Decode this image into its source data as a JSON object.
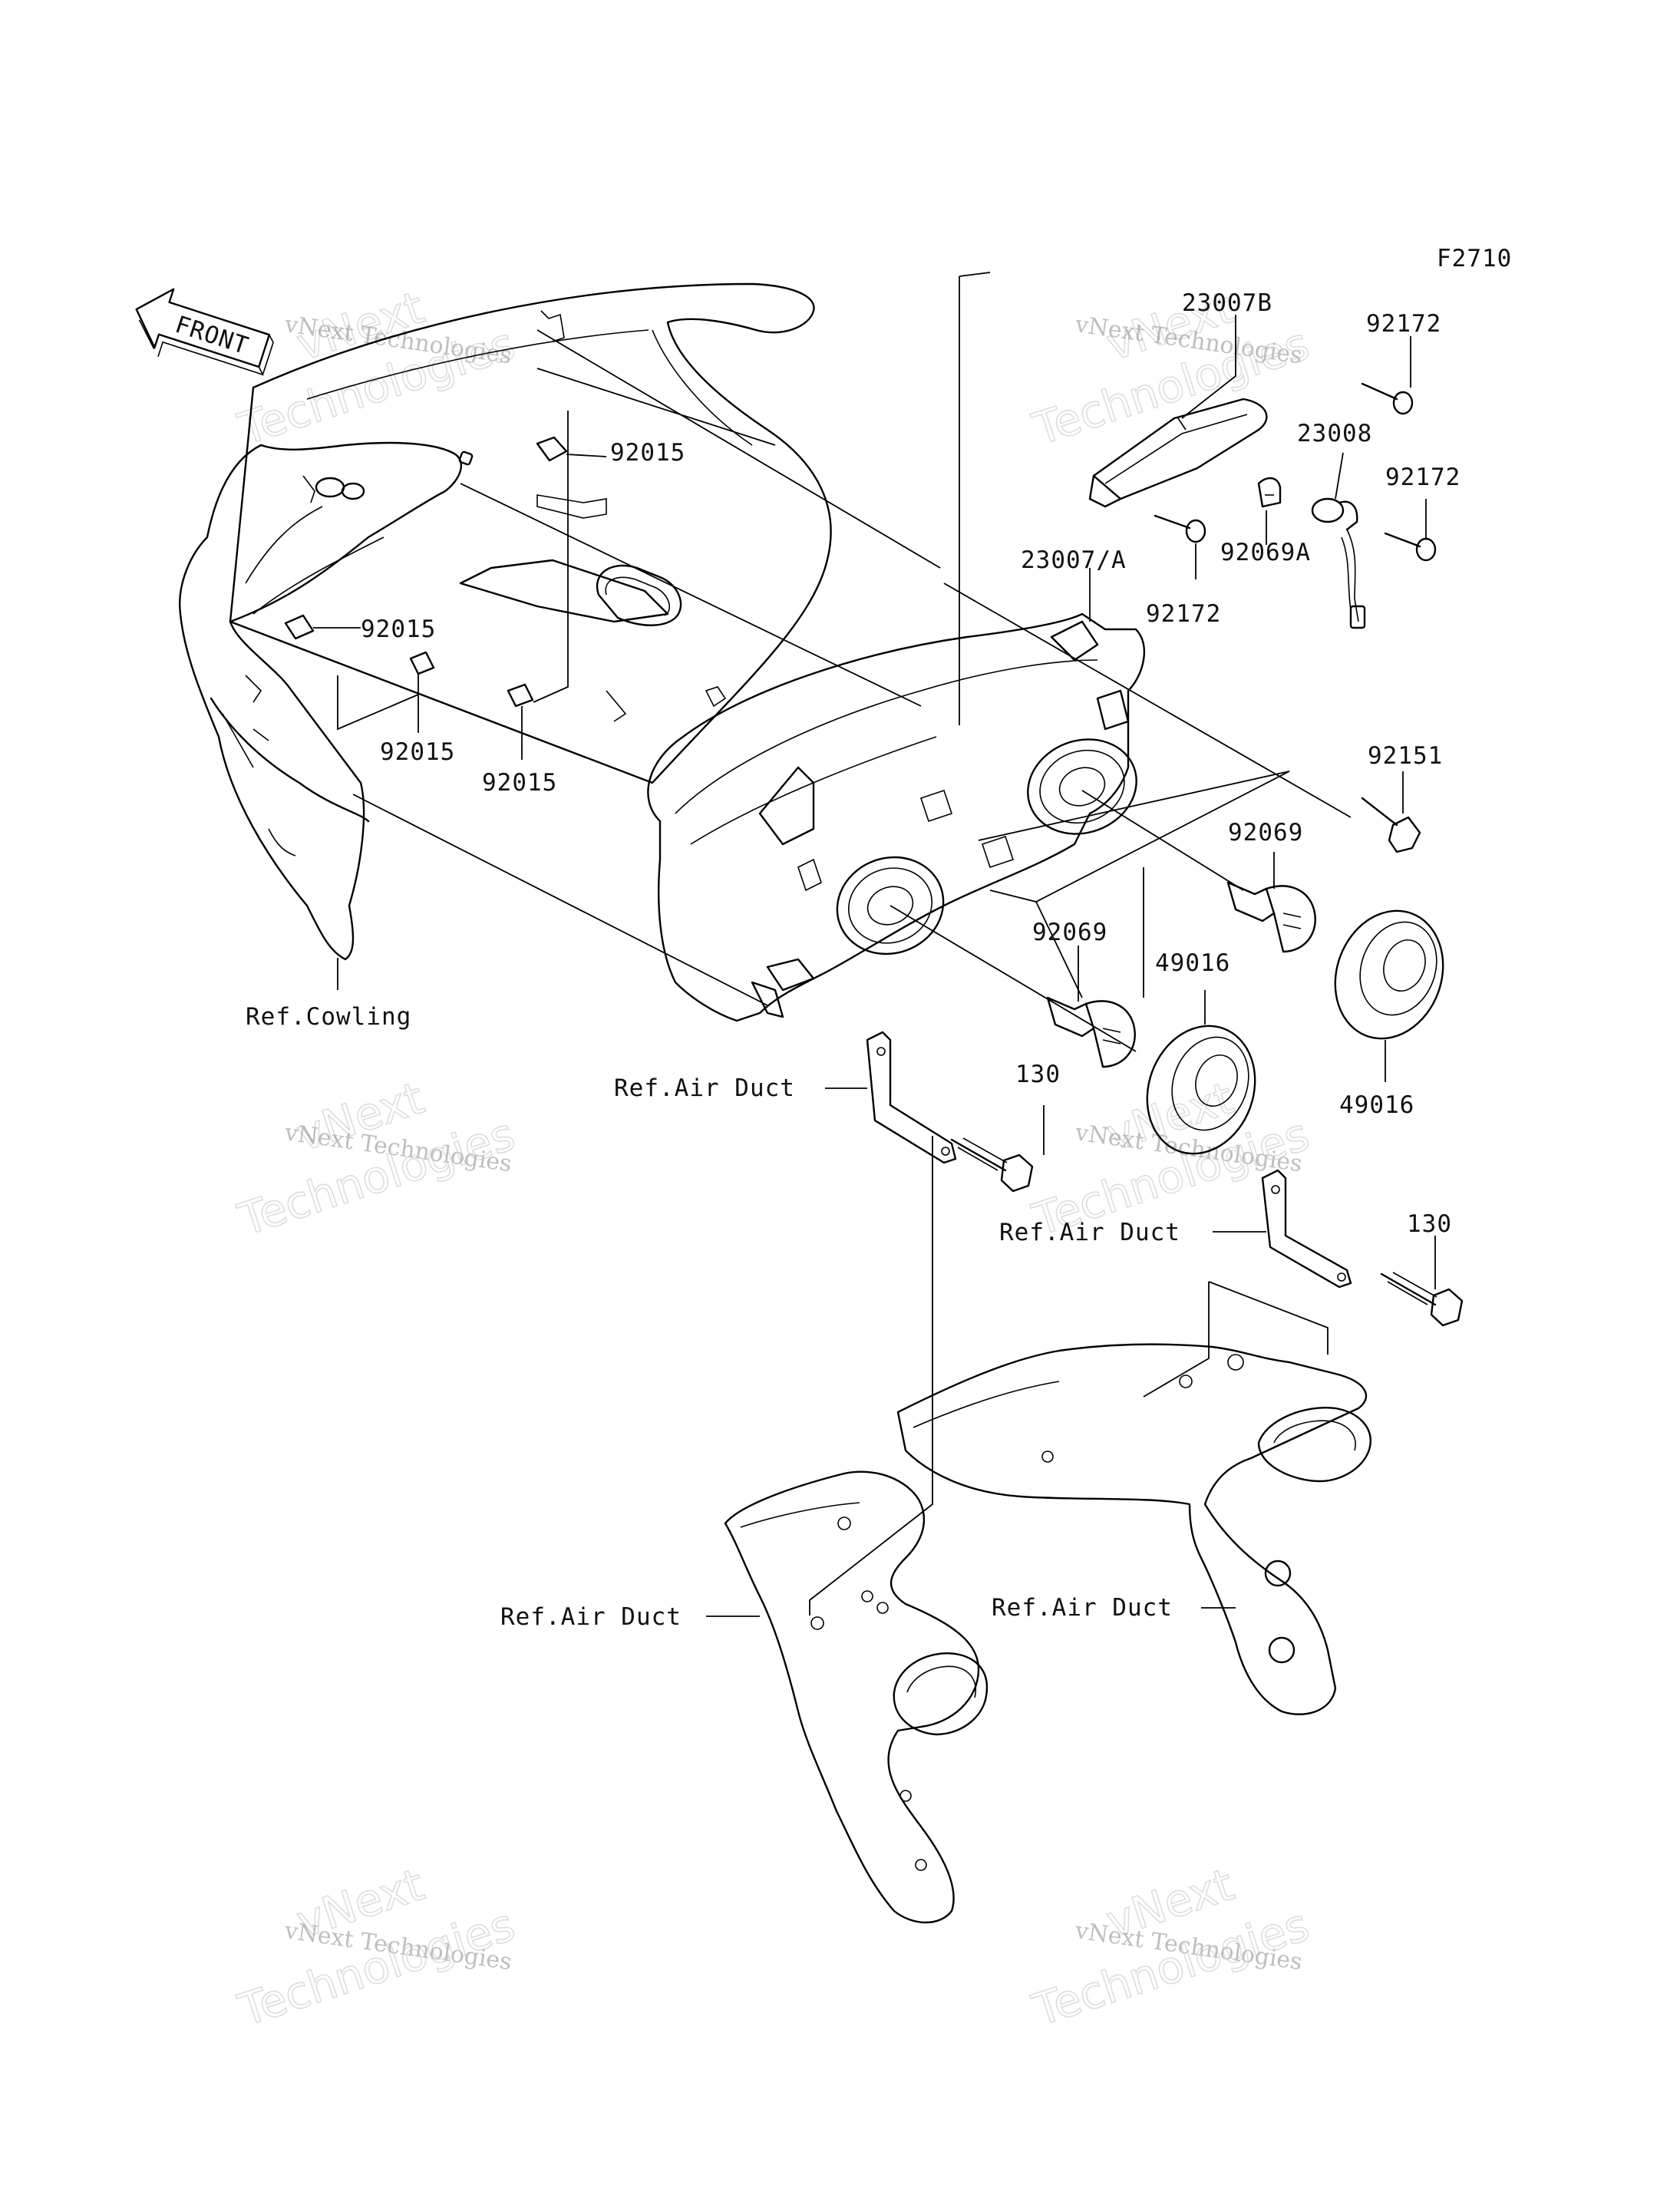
{
  "figure_code": "F2710",
  "front_arrow_label": "FRONT",
  "watermark": {
    "line1": "vNext Technologies",
    "line2": "vNext",
    "line3": "Technologies"
  },
  "callouts": {
    "p23007B": "23007B",
    "p92172_a": "92172",
    "p92015_a": "92015",
    "p23008": "23008",
    "p92172_b": "92172",
    "p92069A": "92069A",
    "p92172_c": "92172",
    "p23007A": "23007/A",
    "p92015_b": "92015",
    "p92015_c": "92015",
    "p92015_d": "92015",
    "p92151": "92151",
    "p92069_a": "92069",
    "p92069_b": "92069",
    "p49016_a": "49016",
    "p49016_b": "49016",
    "ref_cowling": "Ref.Cowling",
    "ref_air_duct_a": "Ref.Air Duct",
    "p130_a": "130",
    "ref_air_duct_b": "Ref.Air Duct",
    "p130_b": "130",
    "ref_air_duct_c": "Ref.Air Duct",
    "ref_air_duct_d": "Ref.Air Duct"
  }
}
